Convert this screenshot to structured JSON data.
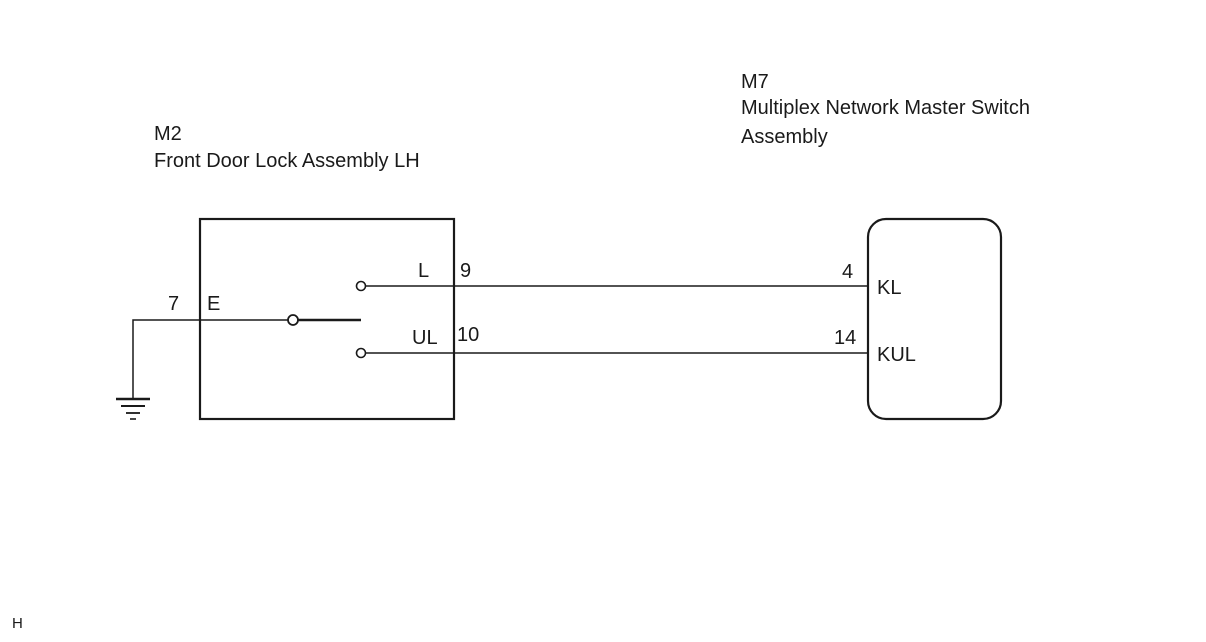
{
  "left_component": {
    "code": "M2",
    "name": "Front Door Lock Assembly LH",
    "terminals": {
      "ground_pin": "7",
      "ground_name": "E",
      "lock_name": "L",
      "lock_pin": "9",
      "unlock_name": "UL",
      "unlock_pin": "10"
    }
  },
  "right_component": {
    "code": "M7",
    "name_line1": "Multiplex Network Master Switch",
    "name_line2": "Assembly",
    "terminals": {
      "lock_pin": "4",
      "lock_name": "KL",
      "unlock_pin": "14",
      "unlock_name": "KUL"
    }
  },
  "corner_mark": "H",
  "colors": {
    "line": "#1a1a1a",
    "background": "#ffffff"
  }
}
